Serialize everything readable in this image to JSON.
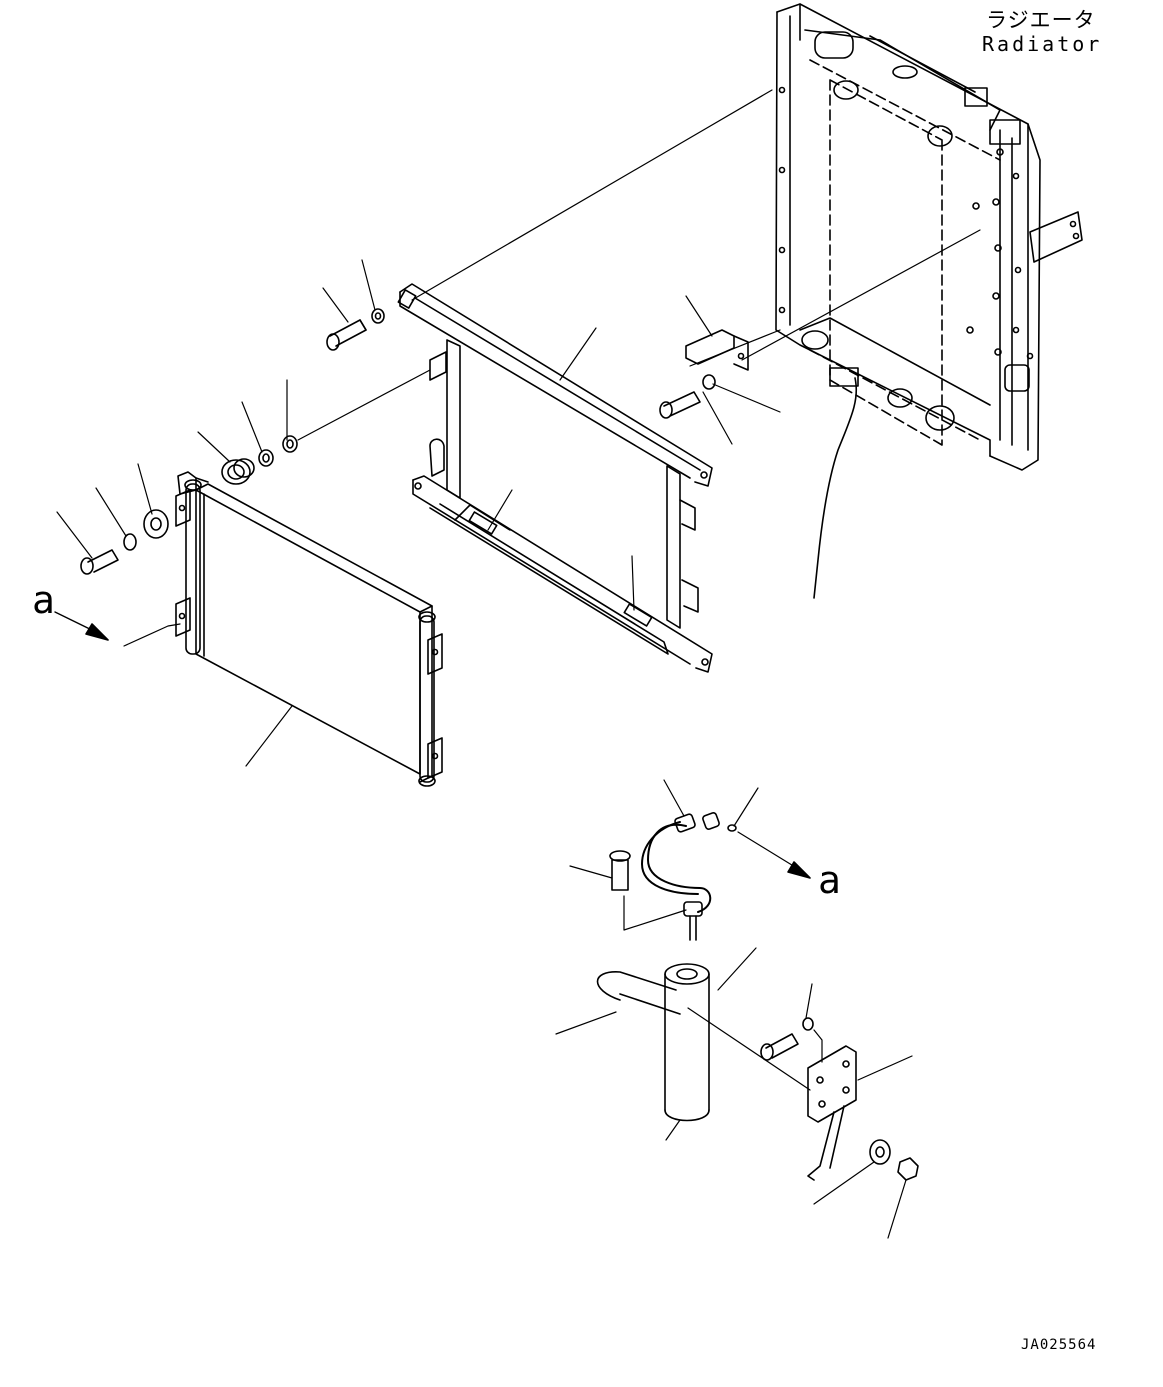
{
  "labels": {
    "radiator_jp": "ラジエータ",
    "radiator_en": "Radiator",
    "view_arrow_a_left": "a",
    "view_arrow_a_right": "a",
    "drawing_code": "JA025564"
  },
  "colors": {
    "line": "#000000",
    "background": "#ffffff"
  }
}
